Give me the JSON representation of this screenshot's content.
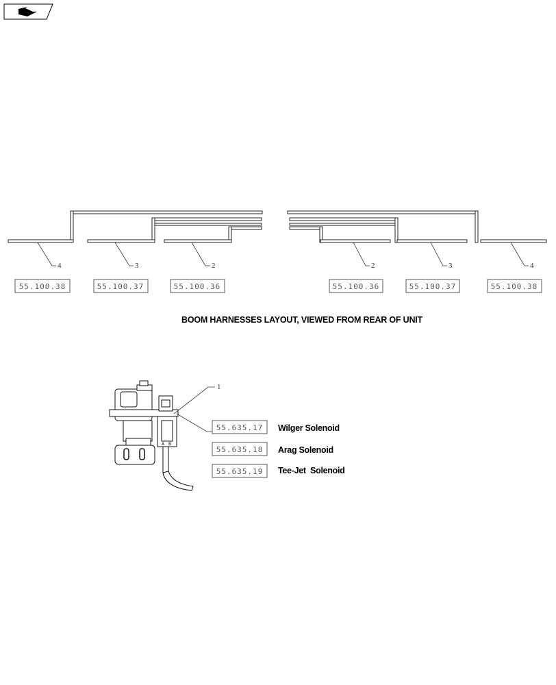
{
  "diagram": {
    "title": "BOOM HARNESSES LAYOUT, VIEWED FROM REAR OF UNIT",
    "left_callouts": [
      {
        "number": "4",
        "ref": "55.100.38"
      },
      {
        "number": "3",
        "ref": "55.100.37"
      },
      {
        "number": "2",
        "ref": "55.100.36"
      }
    ],
    "right_callouts": [
      {
        "number": "2",
        "ref": "55.100.36"
      },
      {
        "number": "3",
        "ref": "55.100.37"
      },
      {
        "number": "4",
        "ref": "55.100.38"
      }
    ],
    "solenoid_callout": "1",
    "connector_labels": {
      "a": "A",
      "b": "B"
    },
    "solenoids": [
      {
        "ref": "55.635.17",
        "label": "Wilger Solenoid"
      },
      {
        "ref": "55.635.18",
        "label": "Arag Solenoid"
      },
      {
        "ref": "55.635.19",
        "label": "Tee-Jet  Solenoid"
      }
    ]
  },
  "icons": {
    "nav": "page-turn-icon"
  }
}
